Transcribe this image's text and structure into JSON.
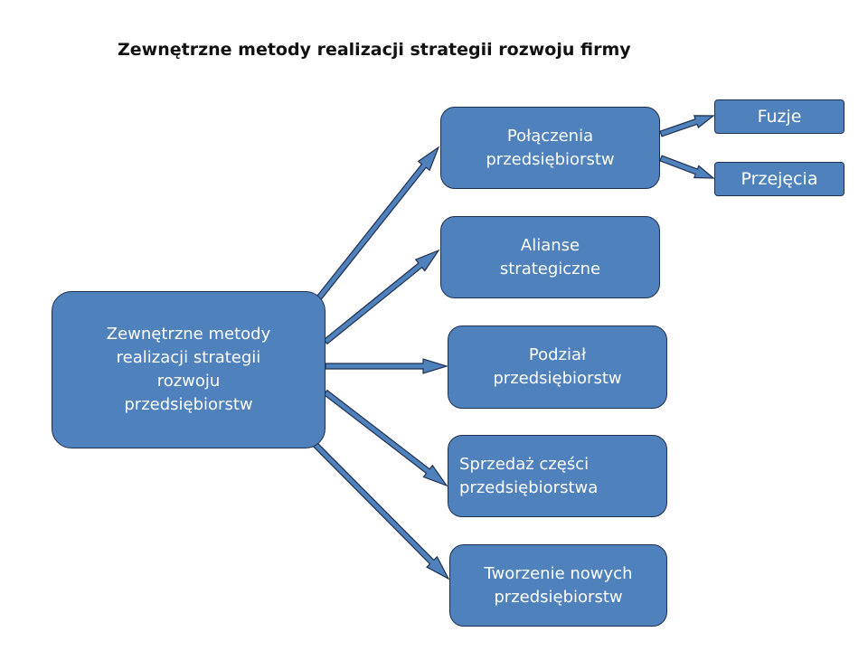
{
  "title": "Zewnętrzne metody realizacji strategii rozwoju firmy",
  "colors": {
    "box_fill": "#4f81bd",
    "box_border": "#1f2f4f",
    "text": "#ffffff"
  },
  "nodes": {
    "root": "Zewnętrzne metody\nrealizacji strategii\nrozwoju\nprzedsiębiorstw",
    "polaczenia": "Połączenia\nprzedsiębiorstw",
    "alianse": "Alianse\nstrategiczne",
    "podzial": "Podział\nprzedsiębiorstw",
    "sprzedaz": "Sprzedaż części\nprzedsiębiorstwa",
    "tworzenie": "Tworzenie nowych\nprzedsiębiorstw",
    "fuzje": "Fuzje",
    "przejecia": "Przejęcia"
  }
}
